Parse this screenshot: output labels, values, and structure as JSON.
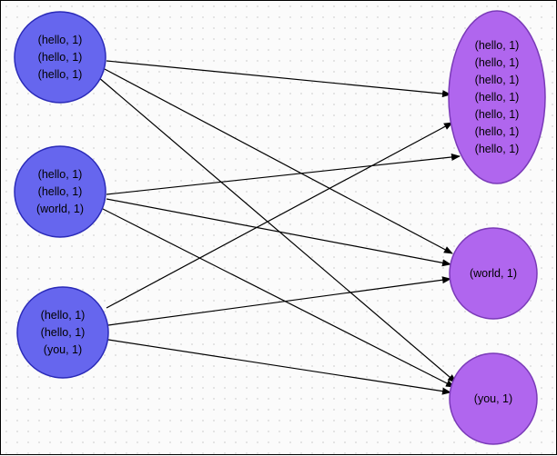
{
  "colors": {
    "source_fill": "#6666ee",
    "source_stroke": "#2a2ab8",
    "target_fill": "#b066ee",
    "target_stroke": "#7a3ab8",
    "edge": "#000000"
  },
  "source_nodes": [
    {
      "id": "s1",
      "lines": [
        "(hello, 1)",
        "(hello, 1)",
        "(hello, 1)"
      ]
    },
    {
      "id": "s2",
      "lines": [
        "(hello, 1)",
        "(hello, 1)",
        "(world, 1)"
      ]
    },
    {
      "id": "s3",
      "lines": [
        "(hello, 1)",
        "(hello, 1)",
        "(you, 1)"
      ]
    }
  ],
  "target_nodes": [
    {
      "id": "t1",
      "lines": [
        "(hello, 1)",
        "(hello, 1)",
        "(hello, 1)",
        "(hello, 1)",
        "(hello, 1)",
        "(hello, 1)",
        "(hello, 1)"
      ]
    },
    {
      "id": "t2",
      "lines": [
        "(world, 1)"
      ]
    },
    {
      "id": "t3",
      "lines": [
        "(you, 1)"
      ]
    }
  ],
  "edges": [
    {
      "from": "s1",
      "to": "t1"
    },
    {
      "from": "s1",
      "to": "t2"
    },
    {
      "from": "s1",
      "to": "t3"
    },
    {
      "from": "s2",
      "to": "t1"
    },
    {
      "from": "s2",
      "to": "t2"
    },
    {
      "from": "s2",
      "to": "t3"
    },
    {
      "from": "s3",
      "to": "t1"
    },
    {
      "from": "s3",
      "to": "t2"
    },
    {
      "from": "s3",
      "to": "t3"
    }
  ]
}
